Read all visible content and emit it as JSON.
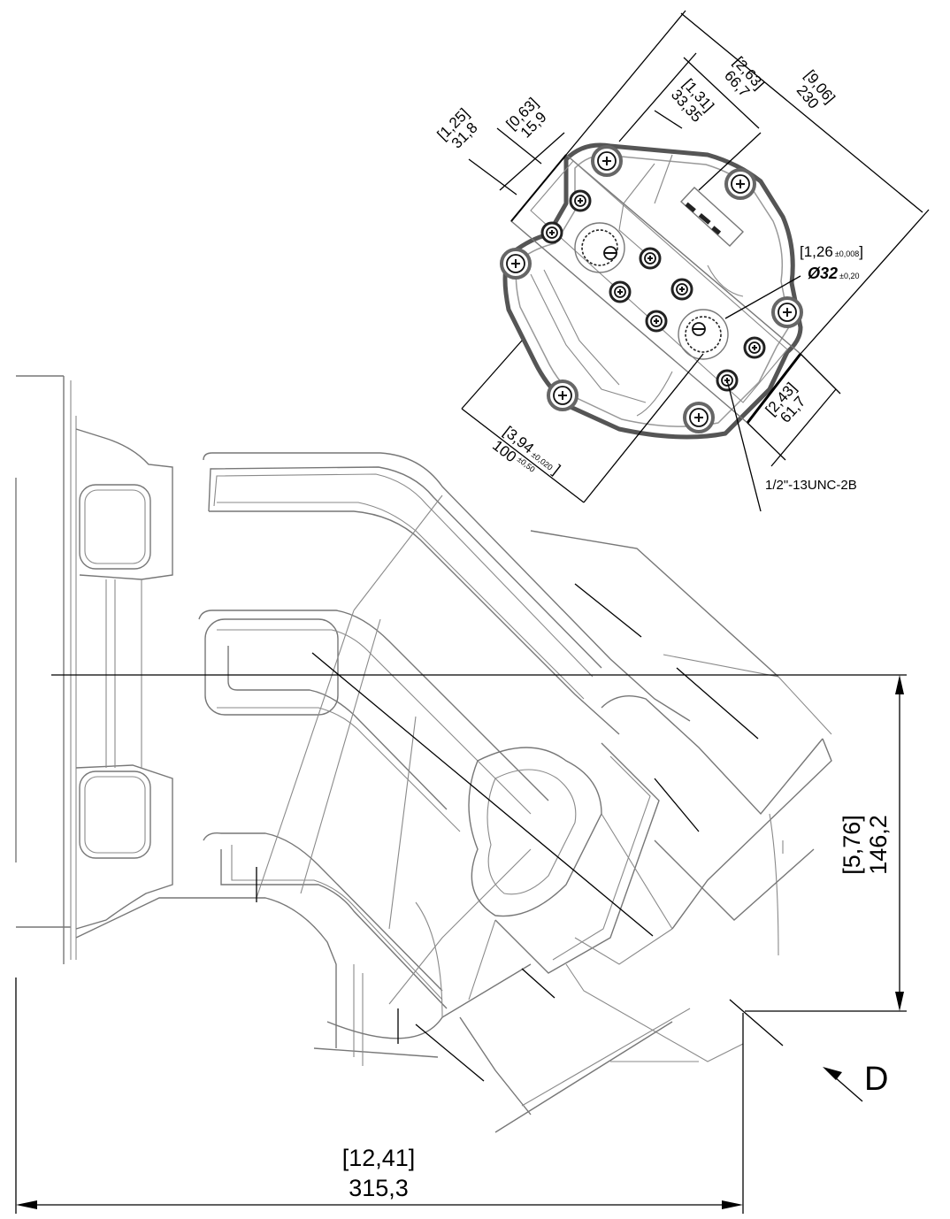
{
  "dimensions": {
    "overall_width": {
      "inch": "[12,41]",
      "mm": "315,3"
    },
    "height": {
      "inch": "[5,76]",
      "mm": "146,2"
    },
    "flange_length": {
      "inch": "[9,06]",
      "mm": "230"
    },
    "bolt_pitch_a": {
      "inch": "[2,63]",
      "mm": "66,7"
    },
    "bolt_pitch_b": {
      "inch": "[1,31]",
      "mm": "33,35"
    },
    "offset_a": {
      "inch": "[1,25]",
      "mm": "31,8"
    },
    "offset_b": {
      "inch": "[0,63]",
      "mm": "15,9"
    },
    "bore_diameter": {
      "inch": "[1,26",
      "inch_tol": "±0,008",
      "inch_close": "]",
      "mm": "Ø32",
      "mm_tol": "±0,20"
    },
    "port_spacing": {
      "inch": "[3,94",
      "inch_tol": "±0,020",
      "inch_close": "]",
      "mm": "100",
      "mm_tol": "±0,50"
    },
    "edge_distance": {
      "inch": "[2,43]",
      "mm": "61,7"
    }
  },
  "thread_callout": "1/2\"-13UNC-2B",
  "view_label": "D"
}
